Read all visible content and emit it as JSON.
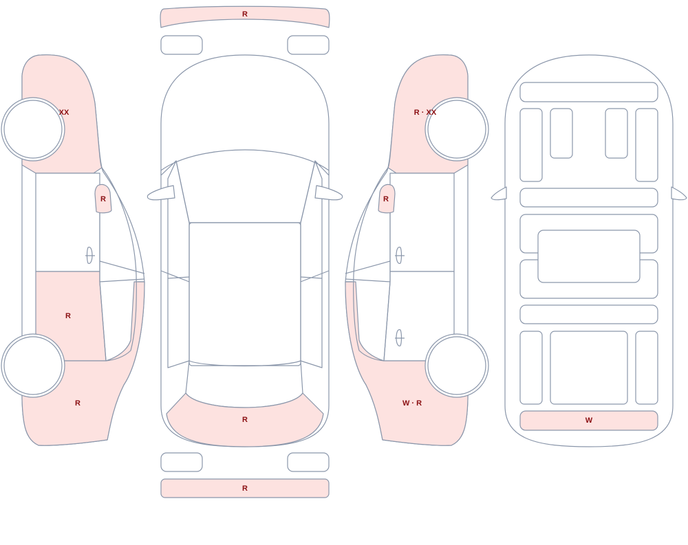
{
  "diagram": {
    "accent_color": "#fde2e0",
    "label_color": "#8b0f12",
    "outline_color": "#8a96aa"
  },
  "marks": {
    "front_bumper": "R",
    "left_front_fender": "XX",
    "left_mirror": "R",
    "left_rear_door": "R",
    "left_rear_quarter": "R",
    "trunk_lid": "R",
    "rear_bumper": "R",
    "right_front_fender": "R · XX",
    "right_mirror": "R",
    "right_rear_quarter": "W · R",
    "rear_glass": "W"
  }
}
